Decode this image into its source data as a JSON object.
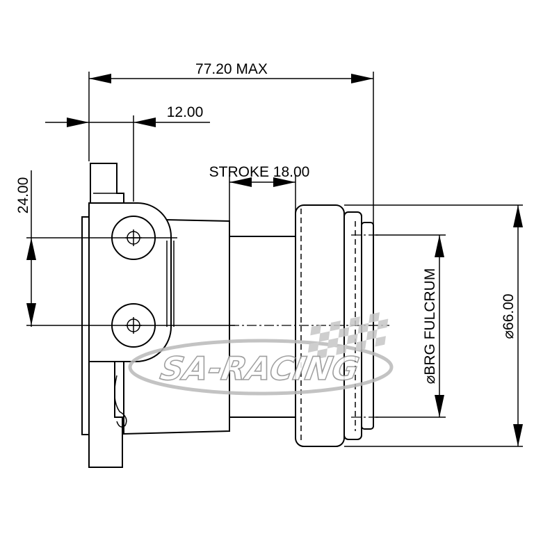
{
  "dimensions": {
    "overall_length": "77.20 MAX",
    "bolt_offset": "12.00",
    "stroke": "STROKE 18.00",
    "bolt_spacing": "24.00",
    "bearing_fulcrum": "⌀BRG FULCRUM",
    "outer_diameter": "⌀66.00"
  },
  "watermark": {
    "text": "SA-RACING"
  }
}
